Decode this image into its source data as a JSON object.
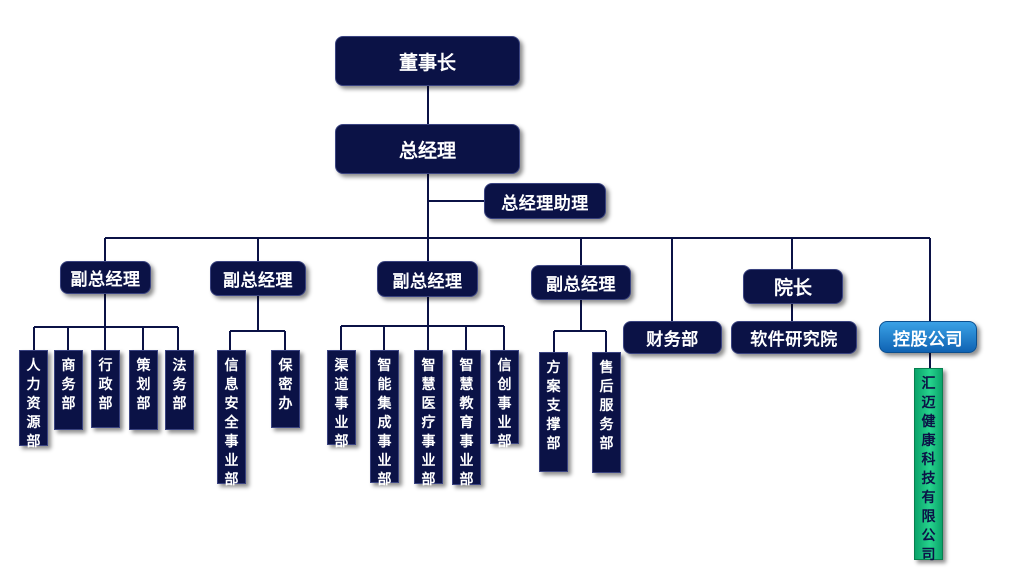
{
  "colors": {
    "node": "#0b1246",
    "line": "#0b1246",
    "holding": "#1f7fcf",
    "subsidiary": "#14bf78"
  },
  "chairman": "董事长",
  "gm": "总经理",
  "gm_assistant": "总经理助理",
  "vp1": {
    "title": "副总经理",
    "depts": [
      "人力资源部",
      "商务部",
      "行政部",
      "策划部",
      "法务部"
    ]
  },
  "vp2": {
    "title": "副总经理",
    "depts": [
      "信息安全事业部",
      "保密办"
    ]
  },
  "vp3": {
    "title": "副总经理",
    "depts": [
      "渠道事业部",
      "智能集成事业部",
      "智慧医疗事业部",
      "智慧教育事业部",
      "信创事业部"
    ]
  },
  "vp4": {
    "title": "副总经理",
    "depts": [
      "方案支撑部",
      "售后服务部"
    ]
  },
  "finance": "财务部",
  "dean": {
    "title": "院长",
    "dept": "软件研究院"
  },
  "holding": {
    "title": "控股公司",
    "subsidiary": "汇迈健康科技有限公司"
  }
}
